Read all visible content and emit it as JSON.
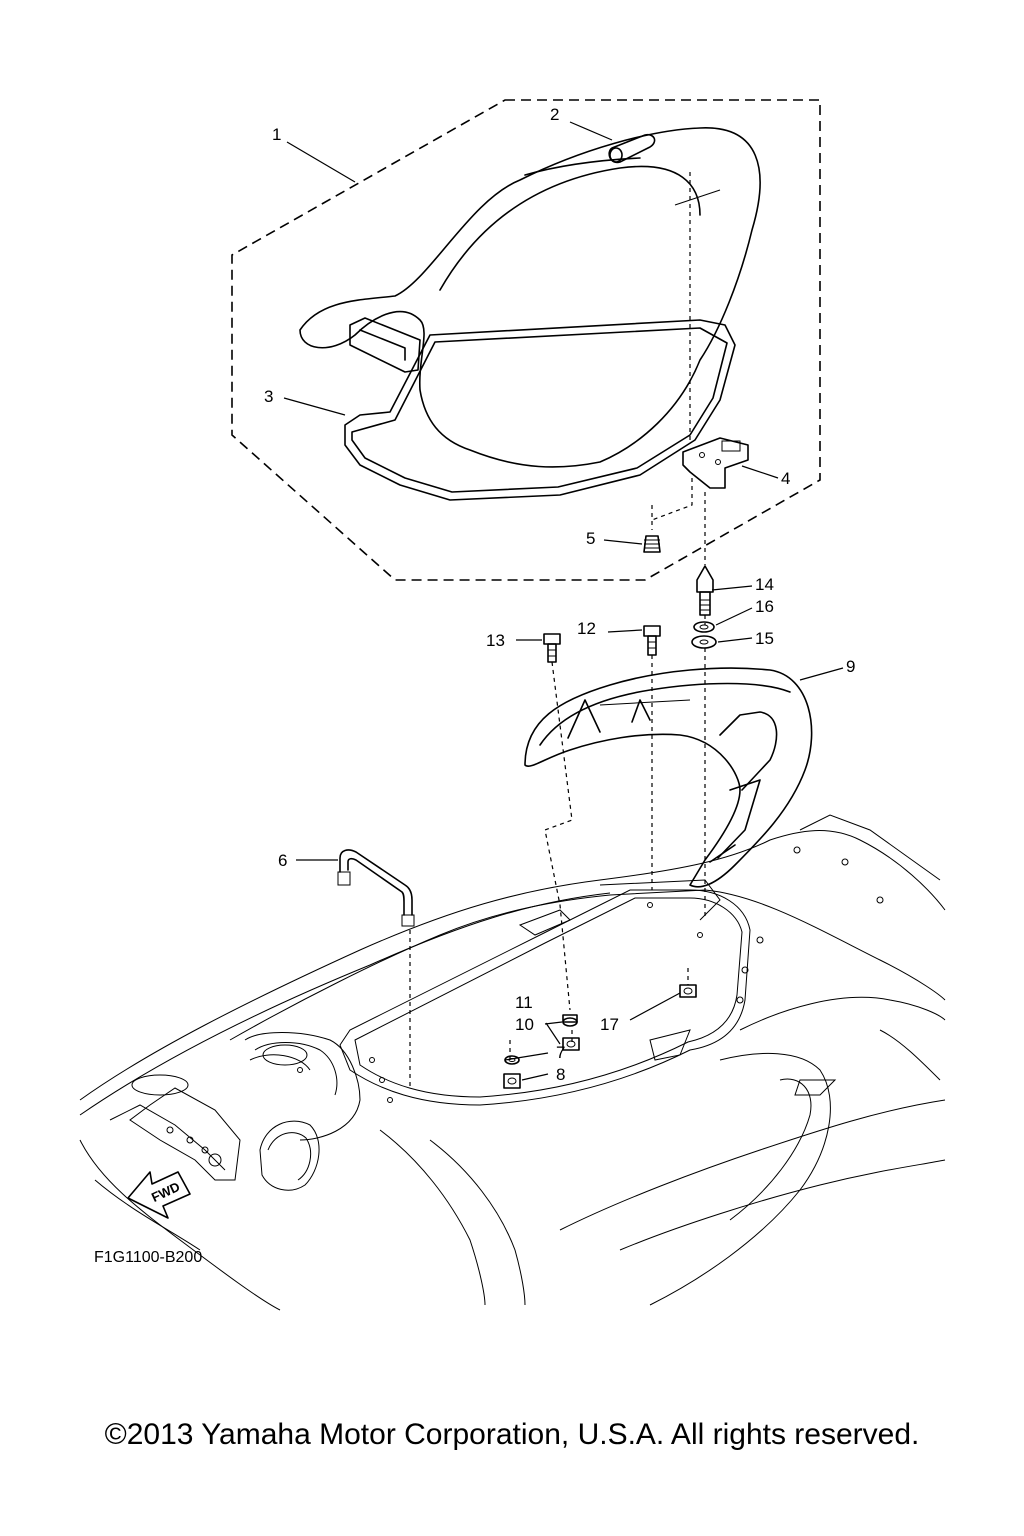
{
  "callouts": [
    {
      "id": "1",
      "label": "1"
    },
    {
      "id": "2",
      "label": "2"
    },
    {
      "id": "3",
      "label": "3"
    },
    {
      "id": "4",
      "label": "4"
    },
    {
      "id": "5",
      "label": "5"
    },
    {
      "id": "6",
      "label": "6"
    },
    {
      "id": "7",
      "label": "7"
    },
    {
      "id": "8",
      "label": "8"
    },
    {
      "id": "9",
      "label": "9"
    },
    {
      "id": "10",
      "label": "10"
    },
    {
      "id": "11",
      "label": "11"
    },
    {
      "id": "12",
      "label": "12"
    },
    {
      "id": "13",
      "label": "13"
    },
    {
      "id": "14",
      "label": "14"
    },
    {
      "id": "15",
      "label": "15"
    },
    {
      "id": "16",
      "label": "16"
    },
    {
      "id": "17",
      "label": "17"
    }
  ],
  "fwd_label": "FWD",
  "diagram_code": "F1G1100-B200",
  "copyright": "©2013 Yamaha Motor Corporation, U.S.A. All rights reserved."
}
